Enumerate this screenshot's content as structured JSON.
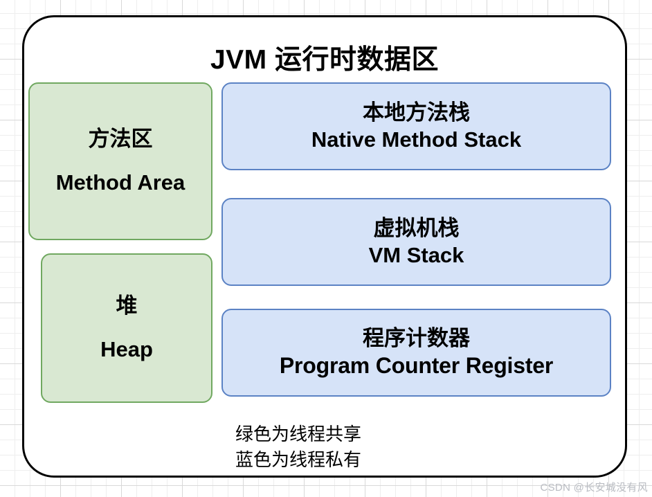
{
  "diagram": {
    "title": "JVM 运行时数据区",
    "background": {
      "grid_minor_color": "#eeeeee",
      "grid_major_color": "#d8d8d8",
      "page_color": "#ffffff"
    },
    "container_border_color": "#000000",
    "shared_color": "#d9e8d2",
    "shared_border_color": "#70a860",
    "private_color": "#d6e3f8",
    "private_border_color": "#5b82c4",
    "shared_regions": [
      {
        "cn": "方法区",
        "en": "Method Area"
      },
      {
        "cn": "堆",
        "en": "Heap"
      }
    ],
    "private_regions": [
      {
        "cn": "本地方法栈",
        "en": "Native Method Stack"
      },
      {
        "cn": "虚拟机栈",
        "en": "VM Stack"
      },
      {
        "cn": "程序计数器",
        "en": "Program Counter Register"
      }
    ],
    "legend": {
      "line1": "绿色为线程共享",
      "line2": "蓝色为线程私有"
    },
    "watermark": "CSDN @长安城没有风"
  }
}
